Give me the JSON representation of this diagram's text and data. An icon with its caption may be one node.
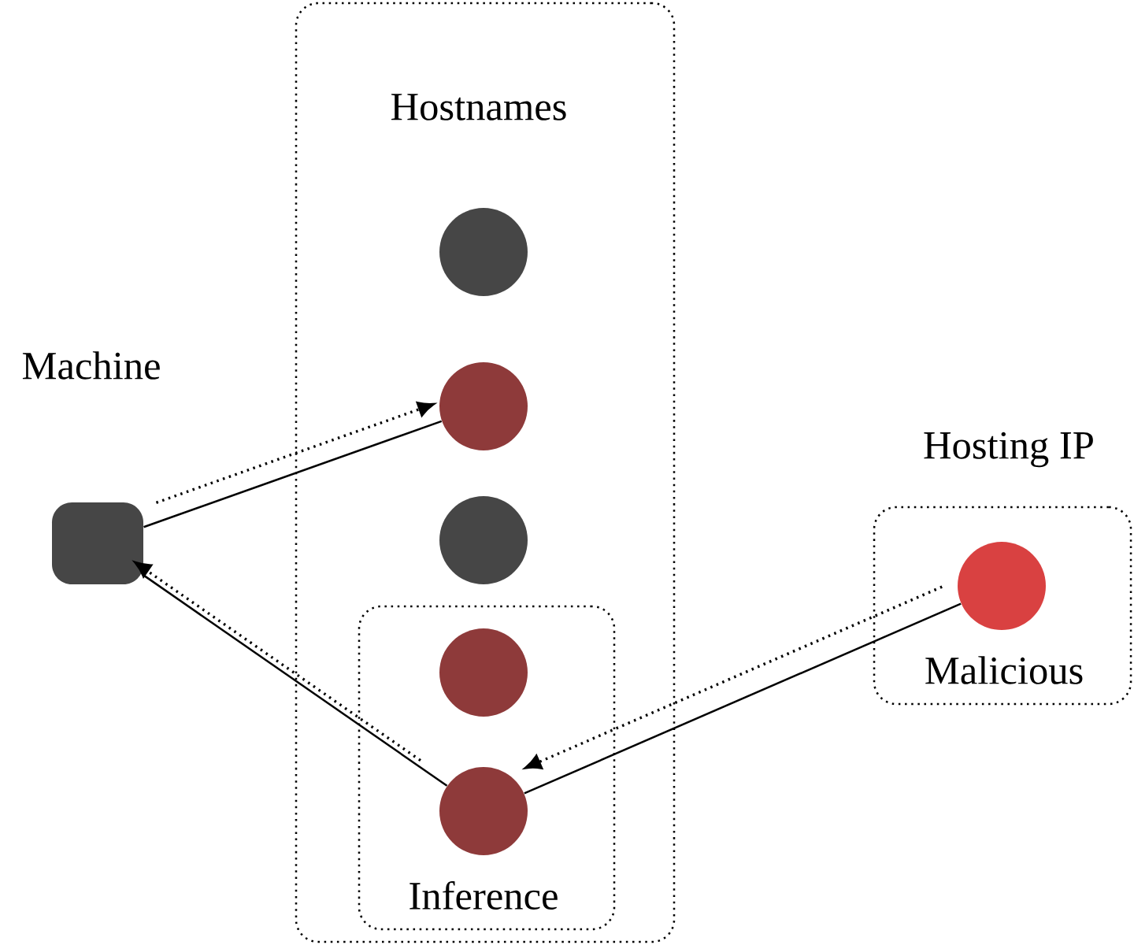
{
  "diagram": {
    "nodes": [
      {
        "text": [
          "Hostnames"
        ]
      },
      {
        "text": [],
        "shape": "circle",
        "in": 0
      },
      {
        "text": [],
        "shape": "circle",
        "in": 0
      },
      {
        "text": [],
        "shape": "circle",
        "in": 0
      },
      {
        "text": [
          "Inference"
        ],
        "in": 0
      },
      {
        "text": [],
        "shape": "circle",
        "in": 4
      },
      {
        "text": [],
        "shape": "circle",
        "in": 4
      },
      {
        "text": [
          "Machine"
        ]
      },
      {
        "text": [
          "Hosting IP",
          "Malicious"
        ]
      },
      {
        "text": [],
        "shape": "circle",
        "in": 8
      }
    ],
    "edges": [
      {
        "from": 7,
        "to": 2,
        "arrow": "none"
      },
      {
        "from": 7,
        "to": 2,
        "arrow": "to",
        "style": "dashed"
      },
      {
        "from": 6,
        "to": 7,
        "arrow": "none"
      },
      {
        "from": 6,
        "to": 7,
        "arrow": "to",
        "style": "dashed"
      },
      {
        "from": 9,
        "to": 6,
        "arrow": "none"
      },
      {
        "from": 9,
        "to": 6,
        "arrow": "to",
        "style": "dashed"
      }
    ]
  }
}
